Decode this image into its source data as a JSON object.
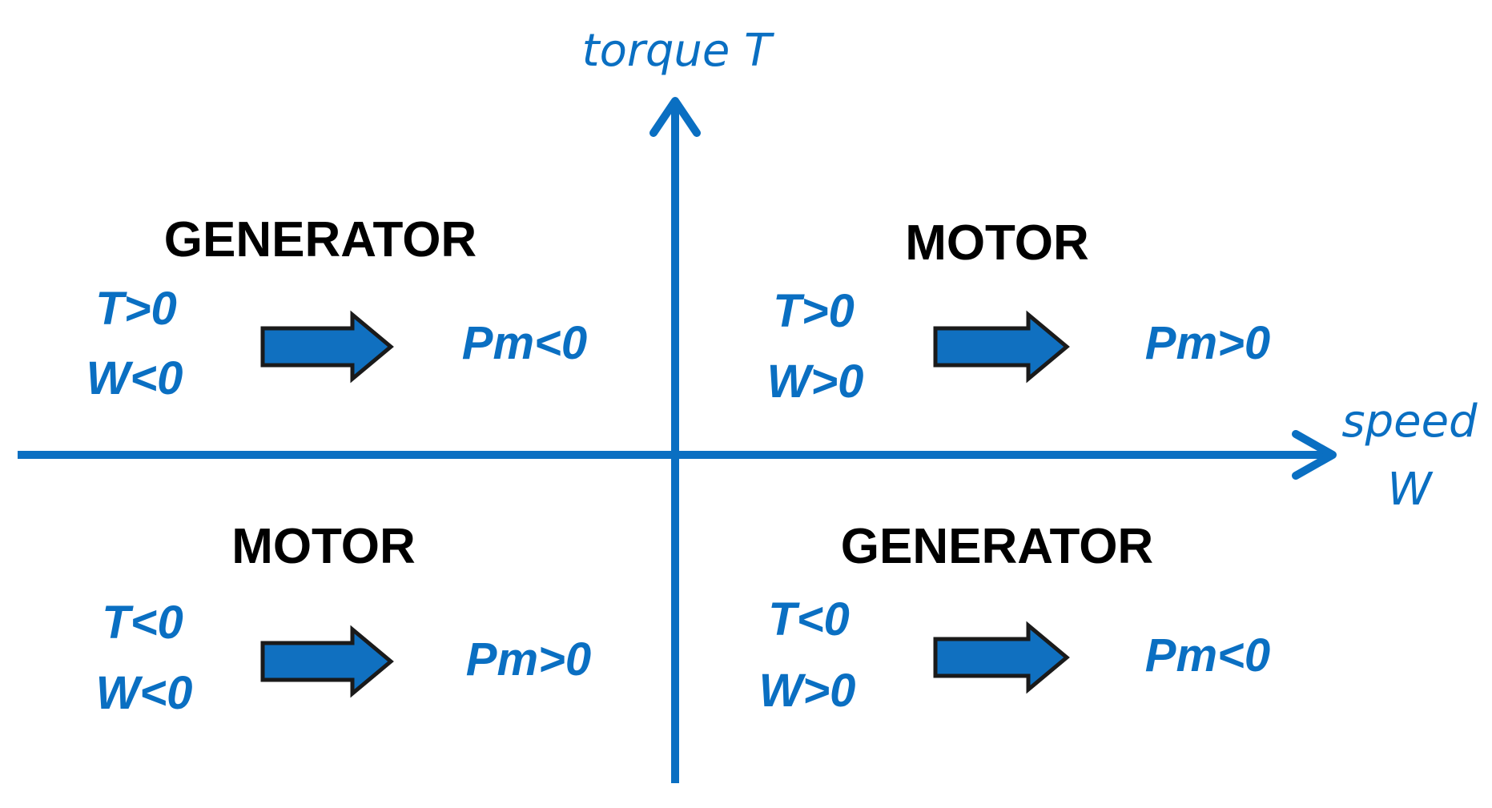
{
  "colors": {
    "accent": "#0a6fc2",
    "title": "#000000",
    "arrow_fill": "#1070c0",
    "arrow_outline": "#1a1a1a"
  },
  "axes": {
    "vertical_label": "torque T",
    "horizontal_label_line1": "speed",
    "horizontal_label_line2": "W"
  },
  "quadrants": {
    "upper_left": {
      "title": "GENERATOR",
      "cond1": "T>0",
      "cond2": "W<0",
      "power": "Pm<0"
    },
    "upper_right": {
      "title": "MOTOR",
      "cond1": "T>0",
      "cond2": "W>0",
      "power": "Pm>0"
    },
    "lower_left": {
      "title": "MOTOR",
      "cond1": "T<0",
      "cond2": "W<0",
      "power": "Pm>0"
    },
    "lower_right": {
      "title": "GENERATOR",
      "cond1": "T<0",
      "cond2": "W>0",
      "power": "Pm<0"
    }
  },
  "icons": {
    "quadrant_arrow": "right-block-arrow-icon"
  }
}
